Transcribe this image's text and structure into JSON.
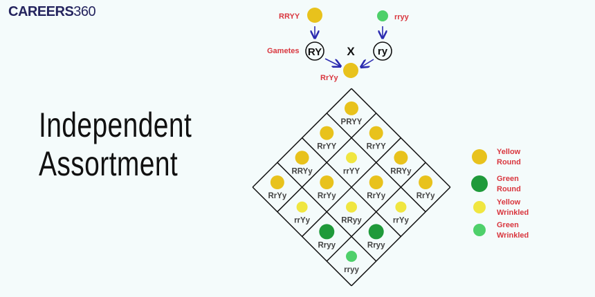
{
  "logo": {
    "brand_bold": "CAREERS",
    "brand_num": "360"
  },
  "title": {
    "line1": "Independent",
    "line2": "Assortment"
  },
  "cross": {
    "parent1": "RRYY",
    "parent2": "rryy",
    "gametes_label": "Gametes",
    "gamete1": "RY",
    "gamete2": "ry",
    "cross_symbol": "X",
    "f1": "RrYy"
  },
  "punnett": {
    "cells": [
      [
        {
          "g": "PRYY",
          "t": "yr"
        },
        {
          "g": "RrYY",
          "t": "yr"
        },
        {
          "g": "RRYy",
          "t": "yr"
        },
        {
          "g": "RrYy",
          "t": "yr"
        }
      ],
      [
        {
          "g": "RrYY",
          "t": "yr"
        },
        {
          "g": "rrYY",
          "t": "yw"
        },
        {
          "g": "RrYy",
          "t": "yr"
        },
        {
          "g": "rrYy",
          "t": "yw"
        }
      ],
      [
        {
          "g": "RRYy",
          "t": "yr"
        },
        {
          "g": "RrYy",
          "t": "yr"
        },
        {
          "g": "RRyy",
          "t": "yw"
        },
        {
          "g": "Rryy",
          "t": "gr"
        }
      ],
      [
        {
          "g": "RrYy",
          "t": "yr"
        },
        {
          "g": "rrYy",
          "t": "yw"
        },
        {
          "g": "Rryy",
          "t": "gr"
        },
        {
          "g": "rryy",
          "t": "gw"
        }
      ]
    ]
  },
  "legend": [
    {
      "type": "yr",
      "line1": "Yellow",
      "line2": "Round"
    },
    {
      "type": "gr",
      "line1": "Green",
      "line2": "Round"
    },
    {
      "type": "yw",
      "line1": "Yellow",
      "line2": "Wrinkled"
    },
    {
      "type": "gw",
      "line1": "Green",
      "line2": "Wrinkled"
    }
  ],
  "colors": {
    "yr": "#e8c21c",
    "gr": "#1f9a3a",
    "yw": "#f0e640",
    "gw": "#4ed06a",
    "label_red": "#d9363e",
    "arrow": "#2b2bb0"
  }
}
